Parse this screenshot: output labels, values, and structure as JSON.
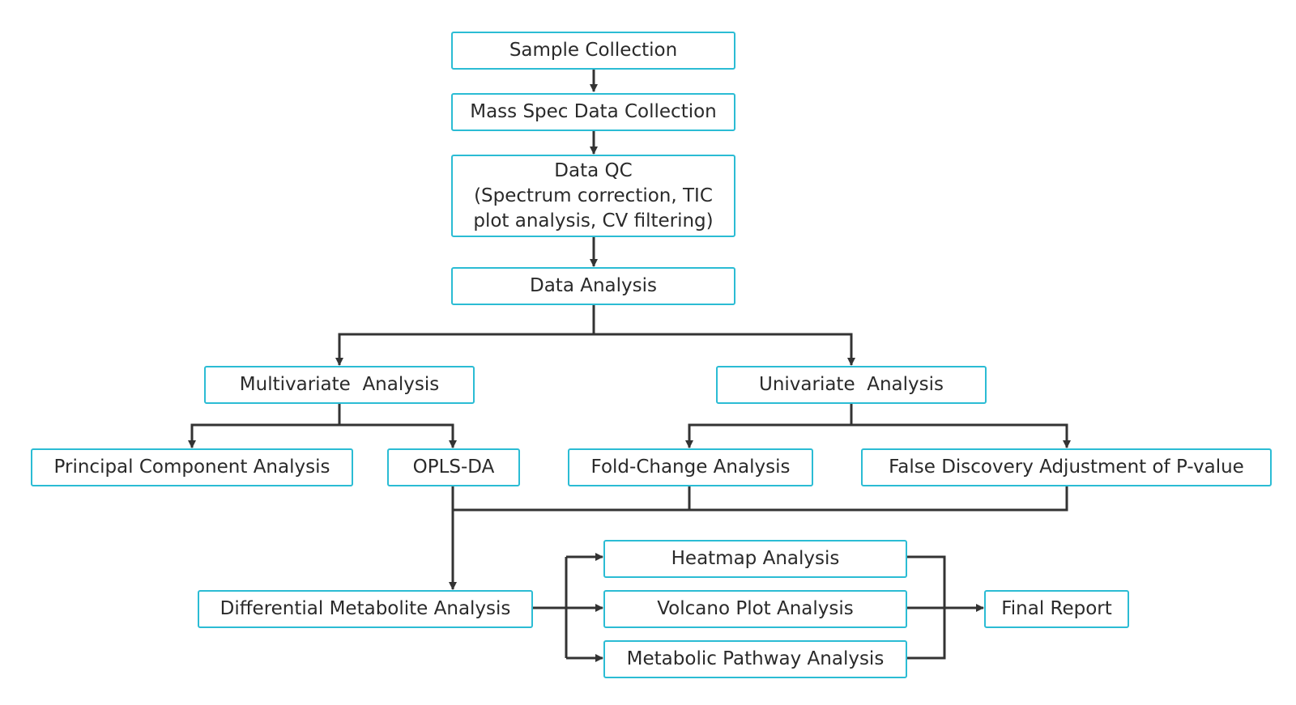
{
  "diagram": {
    "line_color": "#333333",
    "border_color": "#2bbcd4",
    "nodes": {
      "sample_collection": "Sample Collection",
      "mass_spec": "Mass Spec Data Collection",
      "data_qc": "Data QC\n(Spectrum correction, TIC\nplot analysis, CV filtering)",
      "data_analysis": "Data Analysis",
      "multivariate": "Multivariate  Analysis",
      "univariate": "Univariate  Analysis",
      "pca": "Principal Component Analysis",
      "oplsda": "OPLS-DA",
      "fold_change": "Fold-Change Analysis",
      "fdr": "False Discovery Adjustment of P-value",
      "differential": "Differential Metabolite Analysis",
      "heatmap": "Heatmap Analysis",
      "volcano": "Volcano Plot Analysis",
      "pathway": "Metabolic Pathway Analysis",
      "final_report": "Final Report"
    }
  }
}
